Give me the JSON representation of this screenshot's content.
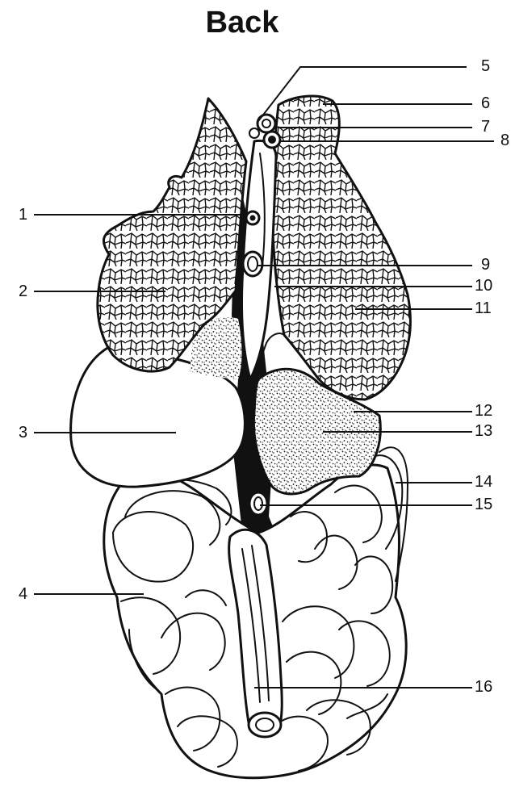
{
  "title": "Back",
  "labels": {
    "l1": "1",
    "l2": "2",
    "l3": "3",
    "l4": "4",
    "l5": "5",
    "l6": "6",
    "l7": "7",
    "l8": "8",
    "l9": "9",
    "l10": "10",
    "l11": "11",
    "l12": "12",
    "l13": "13",
    "l14": "14",
    "l15": "15",
    "l16": "16"
  },
  "colors": {
    "ink": "#111111",
    "background": "#ffffff"
  }
}
